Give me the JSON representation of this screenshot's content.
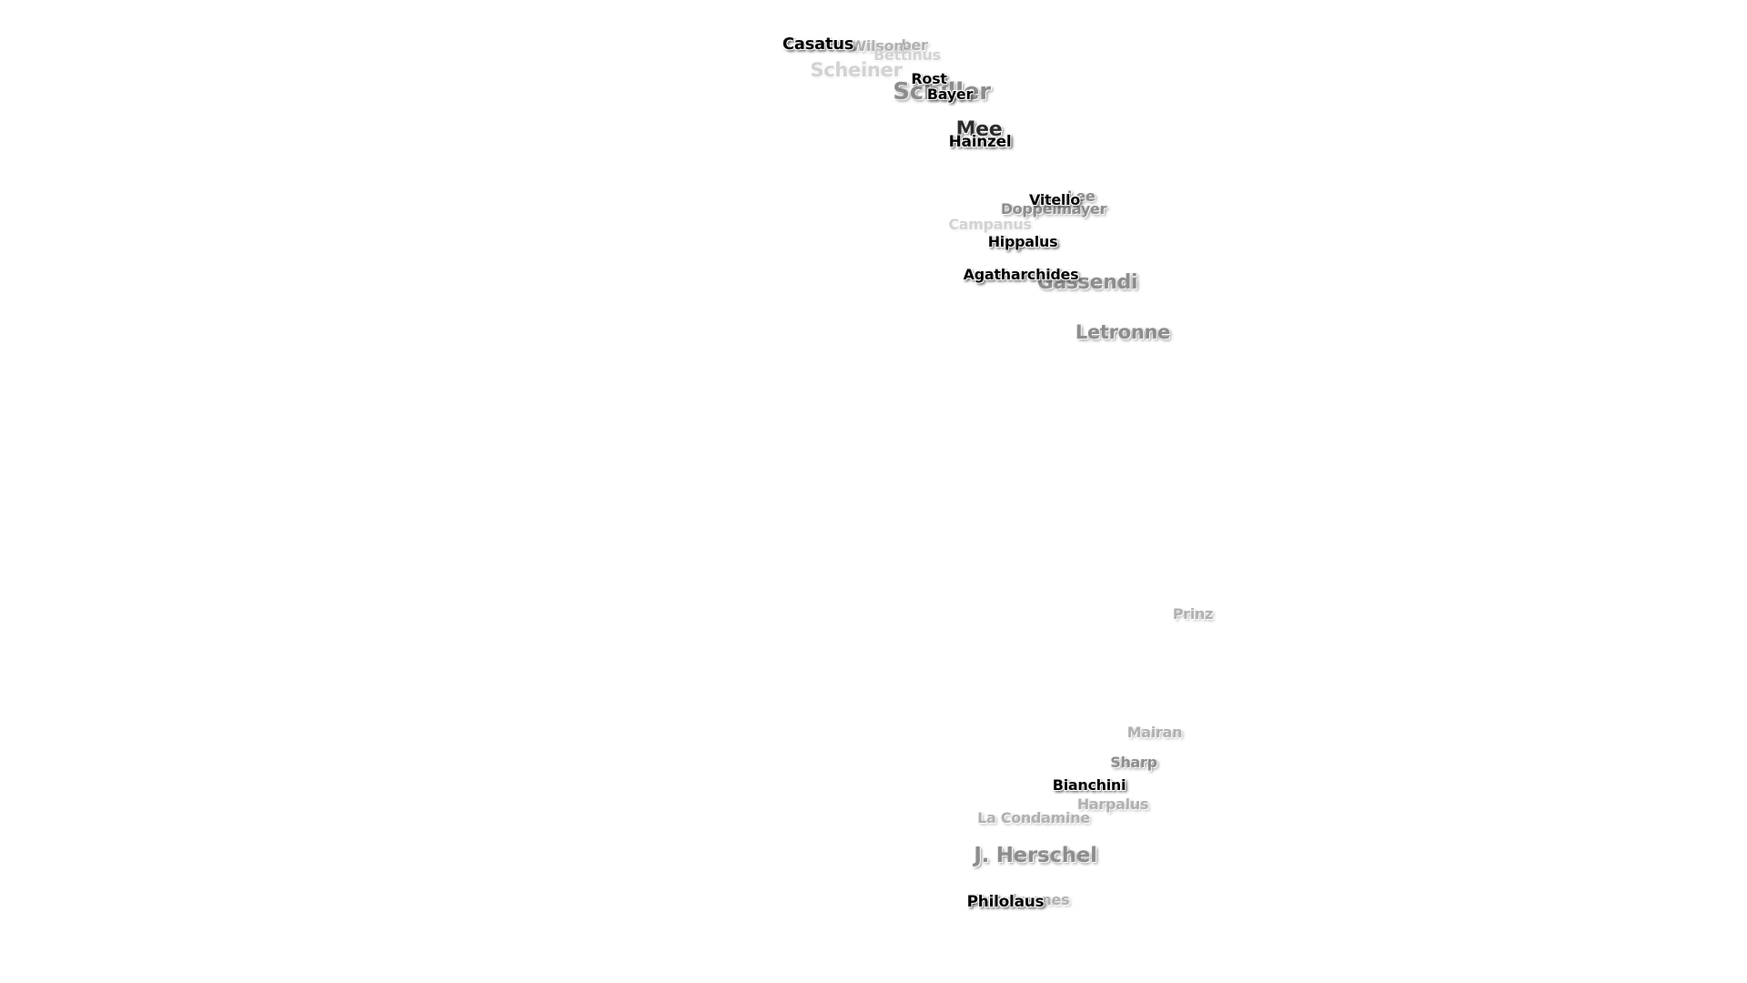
{
  "labels": [
    {
      "id": "casatus",
      "text": "Casatus",
      "tier": "t1"
    },
    {
      "id": "wilson",
      "text": "Wilson",
      "tier": "t4"
    },
    {
      "id": "klaproth",
      "text": "ber",
      "tier": "t5"
    },
    {
      "id": "bettinus",
      "text": "Bettinus",
      "tier": "t5"
    },
    {
      "id": "scheiner",
      "text": "Scheiner",
      "tier": "t5"
    },
    {
      "id": "rost",
      "text": "Rost",
      "tier": "t1"
    },
    {
      "id": "schiller",
      "text": "Schiller",
      "tier": "t3"
    },
    {
      "id": "bayer",
      "text": "Bayer",
      "tier": "t1"
    },
    {
      "id": "mee",
      "text": "Mee",
      "tier": "t2"
    },
    {
      "id": "hainzel",
      "text": "Hainzel",
      "tier": "t1"
    },
    {
      "id": "lee",
      "text": "Lee",
      "tier": "t3"
    },
    {
      "id": "vitello",
      "text": "Vitello",
      "tier": "t1"
    },
    {
      "id": "doppelmayer",
      "text": "Doppelmayer",
      "tier": "t3"
    },
    {
      "id": "campanus",
      "text": "Campanus",
      "tier": "t5"
    },
    {
      "id": "hippalus",
      "text": "Hippalus",
      "tier": "t1"
    },
    {
      "id": "agatharchides",
      "text": "Agatharchides",
      "tier": "t1"
    },
    {
      "id": "gassendi",
      "text": "Gassendi",
      "tier": "t3"
    },
    {
      "id": "letronne",
      "text": "Letronne",
      "tier": "t3"
    },
    {
      "id": "prinz",
      "text": "Prinz",
      "tier": "t4"
    },
    {
      "id": "mairan",
      "text": "Mairan",
      "tier": "t4"
    },
    {
      "id": "sharp",
      "text": "Sharp",
      "tier": "t3"
    },
    {
      "id": "bianchini",
      "text": "Bianchini",
      "tier": "t1"
    },
    {
      "id": "harpalus",
      "text": "Harpalus",
      "tier": "t4"
    },
    {
      "id": "la-condamine",
      "text": "La Condamine",
      "tier": "t4"
    },
    {
      "id": "j-herschel",
      "text": "J. Herschel",
      "tier": "t3"
    },
    {
      "id": "anaximenes",
      "text": "Anaximenes",
      "tier": "t4"
    },
    {
      "id": "philolaus",
      "text": "Philolaus",
      "tier": "t1"
    }
  ]
}
